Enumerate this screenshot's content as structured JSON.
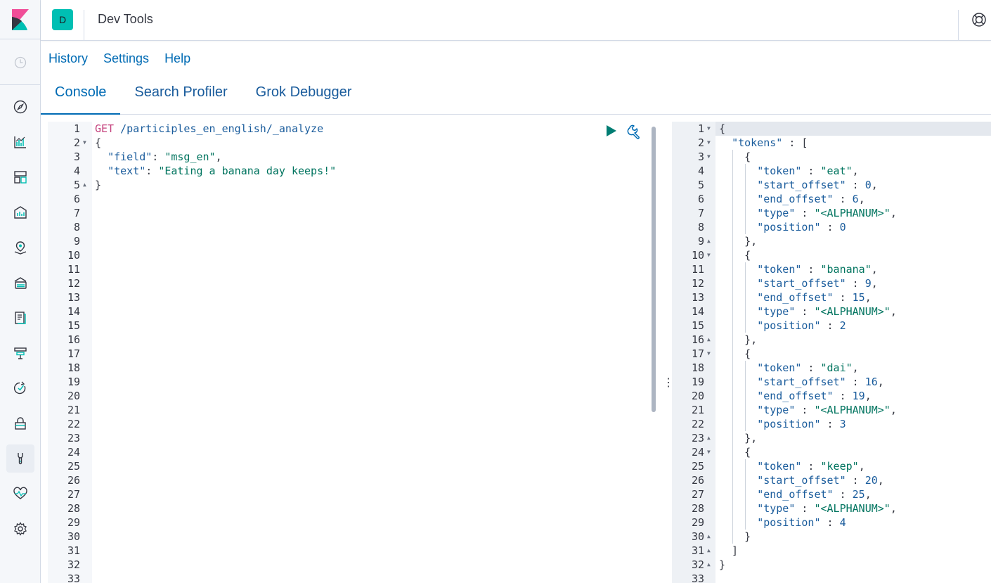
{
  "app": {
    "space_initial": "D",
    "title": "Dev Tools"
  },
  "menu": {
    "history": "History",
    "settings": "Settings",
    "help": "Help"
  },
  "tabs": [
    {
      "label": "Console",
      "selected": true
    },
    {
      "label": "Search Profiler",
      "selected": false
    },
    {
      "label": "Grok Debugger",
      "selected": false
    }
  ],
  "nav_icons": [
    "recently-viewed-icon",
    "discover-icon",
    "visualize-icon",
    "dashboard-icon",
    "canvas-icon",
    "maps-icon",
    "machine-learning-icon",
    "logs-icon",
    "apm-icon",
    "uptime-icon",
    "security-icon",
    "dev-tools-icon",
    "stack-monitoring-icon",
    "management-icon"
  ],
  "request": {
    "method": "GET",
    "path": "/participles_en_english/_analyze",
    "open_brace": "{",
    "field_key": "\"field\"",
    "field_value": "\"msg_en\"",
    "text_key": "\"text\"",
    "text_value": "\"Eating a banana day keeps!\"",
    "close_brace": "}",
    "line_count": 33
  },
  "response": {
    "tokens_key": "\"tokens\"",
    "tokens": [
      {
        "token": "\"eat\"",
        "start_offset": "0",
        "end_offset": "6",
        "type": "\"<ALPHANUM>\"",
        "position": "0"
      },
      {
        "token": "\"banana\"",
        "start_offset": "9",
        "end_offset": "15",
        "type": "\"<ALPHANUM>\"",
        "position": "2"
      },
      {
        "token": "\"dai\"",
        "start_offset": "16",
        "end_offset": "19",
        "type": "\"<ALPHANUM>\"",
        "position": "3"
      },
      {
        "token": "\"keep\"",
        "start_offset": "20",
        "end_offset": "25",
        "type": "\"<ALPHANUM>\"",
        "position": "4"
      }
    ],
    "keys": {
      "token": "\"token\"",
      "start_offset": "\"start_offset\"",
      "end_offset": "\"end_offset\"",
      "type": "\"type\"",
      "position": "\"position\""
    },
    "line_count": 33
  },
  "colors": {
    "accent": "#006bb4",
    "space_avatar": "#00bfb3",
    "run_button": "#017d73"
  }
}
